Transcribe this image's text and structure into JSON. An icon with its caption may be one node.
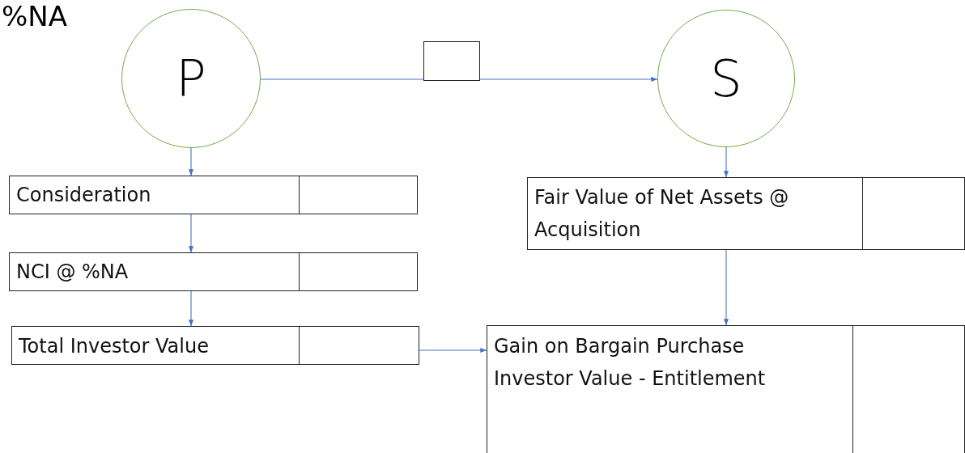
{
  "diagram": {
    "nodes": [
      {
        "text": [
          "P"
        ]
      },
      {
        "text": [],
        "shape": "box"
      },
      {
        "text": [
          "S"
        ]
      },
      {
        "text": [
          "Consideration"
        ]
      },
      {
        "text": [
          "NCI @ %NA"
        ]
      },
      {
        "text": [
          "Total Investor Value"
        ]
      },
      {
        "text": [
          "Fair Value of Net Assets @ Acquisition"
        ]
      },
      {
        "text": [
          "Gain on Bargain Purchase",
          "Investor Value - Entitlement"
        ]
      }
    ],
    "edges": [
      {
        "from": 0,
        "to": 1,
        "arrow": "none"
      },
      {
        "from": 1,
        "to": 2,
        "arrow": "to"
      },
      {
        "from": 0,
        "to": 3,
        "arrow": "to"
      },
      {
        "from": 3,
        "to": 4,
        "arrow": "to"
      },
      {
        "from": 4,
        "to": 5,
        "arrow": "to"
      },
      {
        "from": 2,
        "to": 6,
        "arrow": "to"
      },
      {
        "from": 6,
        "to": 7,
        "arrow": "to"
      },
      {
        "from": 5,
        "to": 7,
        "arrow": "to"
      }
    ],
    "labels": [
      "%NA"
    ]
  }
}
